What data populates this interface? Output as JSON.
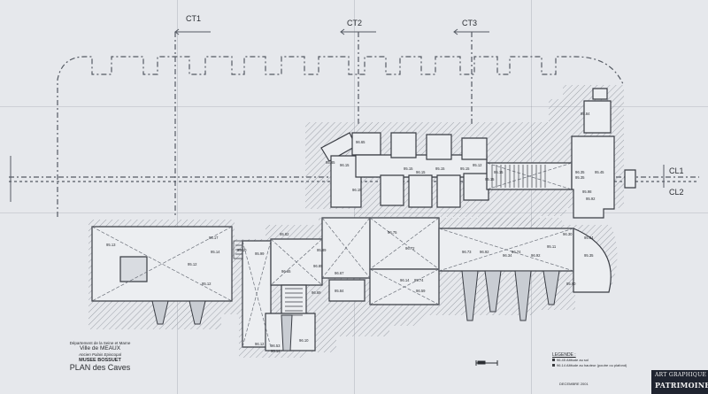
{
  "section_markers": [
    "CT1",
    "CT2",
    "CT3",
    "CL1",
    "CL2"
  ],
  "elevations": [
    "95.84",
    "96.65",
    "96.15",
    "95.85",
    "96.15",
    "95.15",
    "96.15",
    "95.15",
    "95.15",
    "95.15",
    "95.15",
    "95.12",
    "96.35",
    "95.35",
    "95.45",
    "95.98",
    "95.13",
    "95.14",
    "95.12",
    "95.12",
    "95.10",
    "95.99",
    "95.82",
    "95.89",
    "96.72",
    "96.75",
    "96.73",
    "96.89",
    "96.67",
    "96.65",
    "96.69",
    "96.12",
    "96.53",
    "96.10",
    "96.59",
    "95.84",
    "96.14",
    "96.14",
    "95.17",
    "95.11",
    "95.35",
    "96.30",
    "96.34",
    "96.92",
    "96.92",
    "96.74",
    "95.84",
    "95.60",
    "95.74",
    "95.92"
  ],
  "title_block": {
    "department": "Département de la Seine et Marne",
    "city": "Ville de MEAUX",
    "former": "Ancien Palais Episcopal",
    "museum": "MUSEE BOSSUET",
    "plan": "PLAN des Caves"
  },
  "legend": {
    "title": "LEGENDE :",
    "item1": "96.45  Altitude au sol",
    "item2": "96.14  Altitude au hauteur (poutre ou plafond)"
  },
  "date": "DECEMBRE 2001",
  "logo": {
    "line1": "ART GRAPHIQUE",
    "line2": "PATRIMOINE"
  },
  "colors": {
    "paper": "#e6e8ec",
    "ink": "#3a3d44",
    "hatch": "#8a8f98",
    "logo_bg": "#1f2430"
  }
}
